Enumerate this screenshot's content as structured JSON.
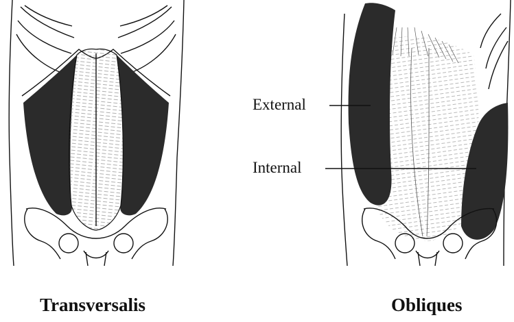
{
  "figures": [
    {
      "caption": "Transversalis"
    },
    {
      "caption": "Obliques",
      "labels": {
        "external": "External",
        "internal": "Internal"
      }
    }
  ],
  "colors": {
    "ink": "#111111",
    "shading": "#2b2b2b",
    "paper": "#ffffff"
  }
}
